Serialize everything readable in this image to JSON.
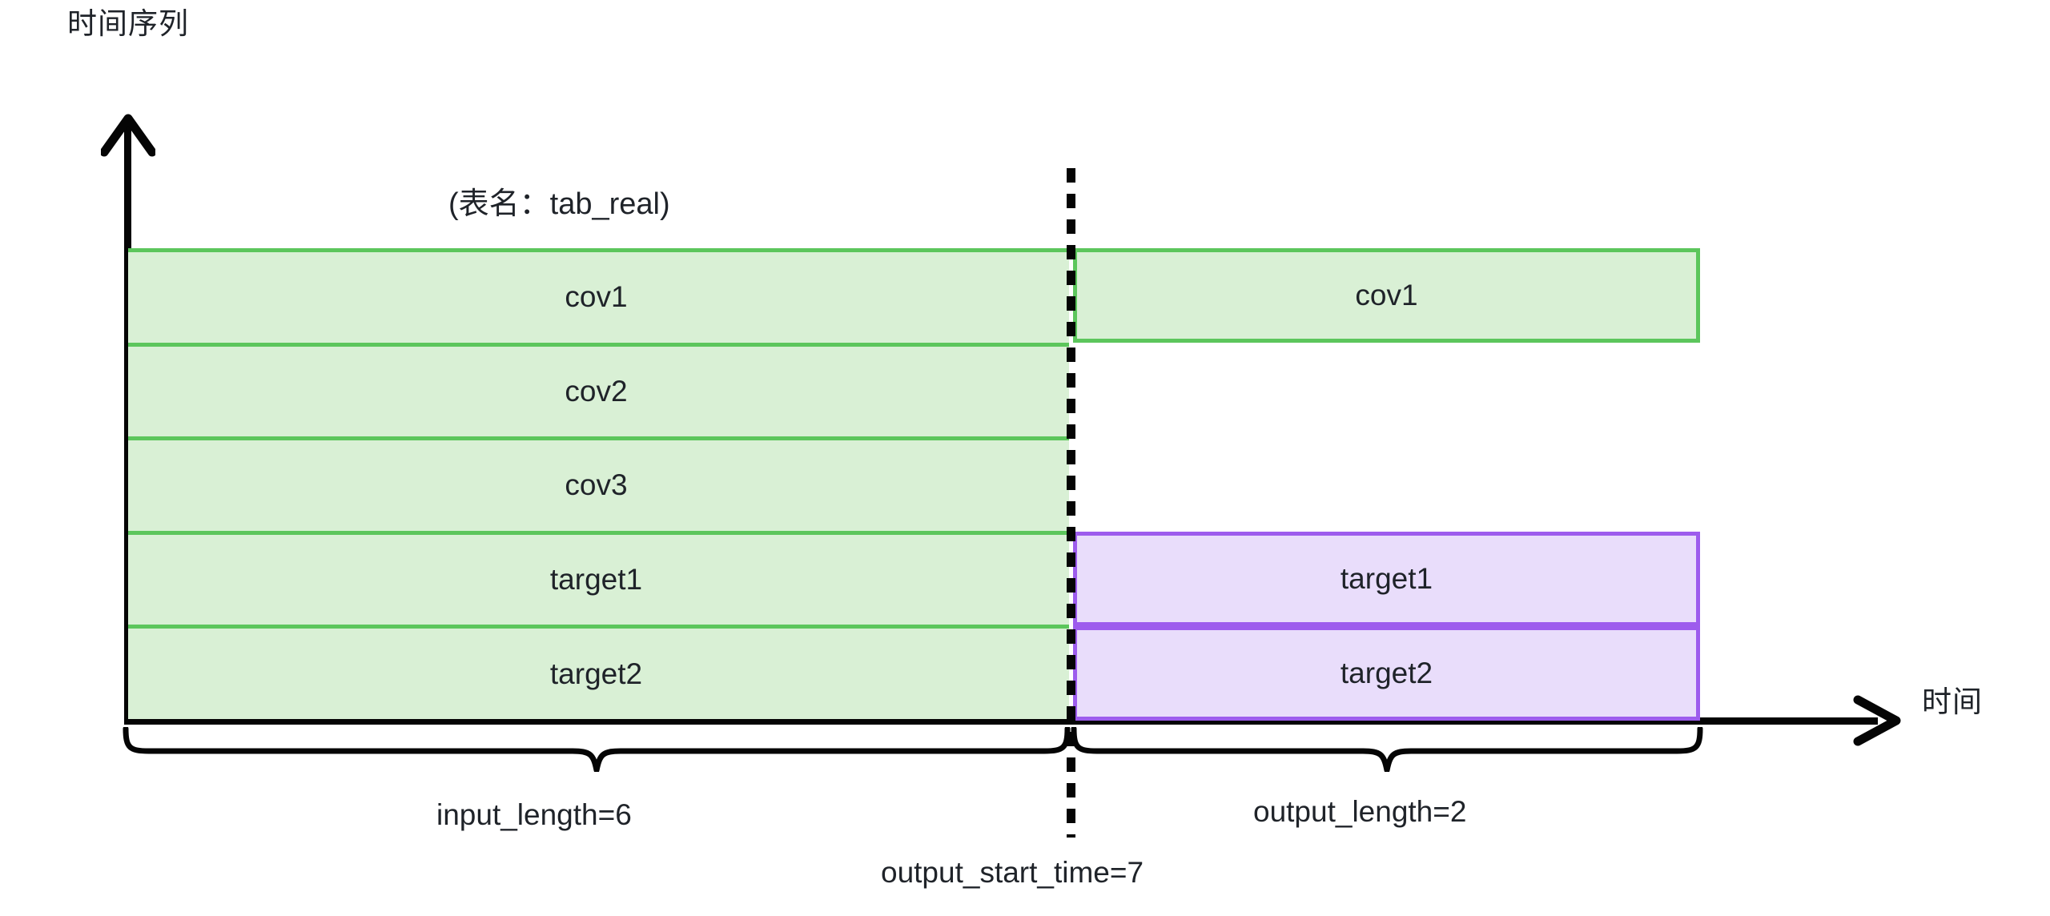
{
  "title": "时间序列",
  "axes": {
    "x_label": "时间",
    "y_arrow_icon": "arrow-up-icon",
    "x_arrow_icon": "arrow-right-icon"
  },
  "caption": {
    "table_name": "(表名：tab_real)"
  },
  "colors": {
    "history_fill": "#d9f0d5",
    "history_border": "#5cc65c",
    "forecast_fill": "#e9ddfb",
    "forecast_border": "#9d5ced",
    "axis": "#050505",
    "text": "#1f2329"
  },
  "history_rows": [
    {
      "label": "cov1"
    },
    {
      "label": "cov2"
    },
    {
      "label": "cov3"
    },
    {
      "label": "target1"
    },
    {
      "label": "target2"
    }
  ],
  "forecast_boxes": [
    {
      "label": "cov1",
      "kind": "covariate"
    },
    {
      "label": "target1",
      "kind": "target"
    },
    {
      "label": "target2",
      "kind": "target"
    }
  ],
  "annotations": {
    "input_length": "input_length=6",
    "output_length": "output_length=2",
    "output_start_time": "output_start_time=7"
  },
  "chart_data": {
    "type": "diagram",
    "title": "时间序列",
    "subtitle": "(表名：tab_real)",
    "xlabel": "时间",
    "ylabel": "",
    "input_length": 6,
    "output_length": 2,
    "output_start_time": 7,
    "series": [
      {
        "name": "cov1",
        "role": "covariate",
        "history": true,
        "forecast": true
      },
      {
        "name": "cov2",
        "role": "covariate",
        "history": true,
        "forecast": false
      },
      {
        "name": "cov3",
        "role": "covariate",
        "history": true,
        "forecast": false
      },
      {
        "name": "target1",
        "role": "target",
        "history": true,
        "forecast": true
      },
      {
        "name": "target2",
        "role": "target",
        "history": true,
        "forecast": true
      }
    ]
  }
}
